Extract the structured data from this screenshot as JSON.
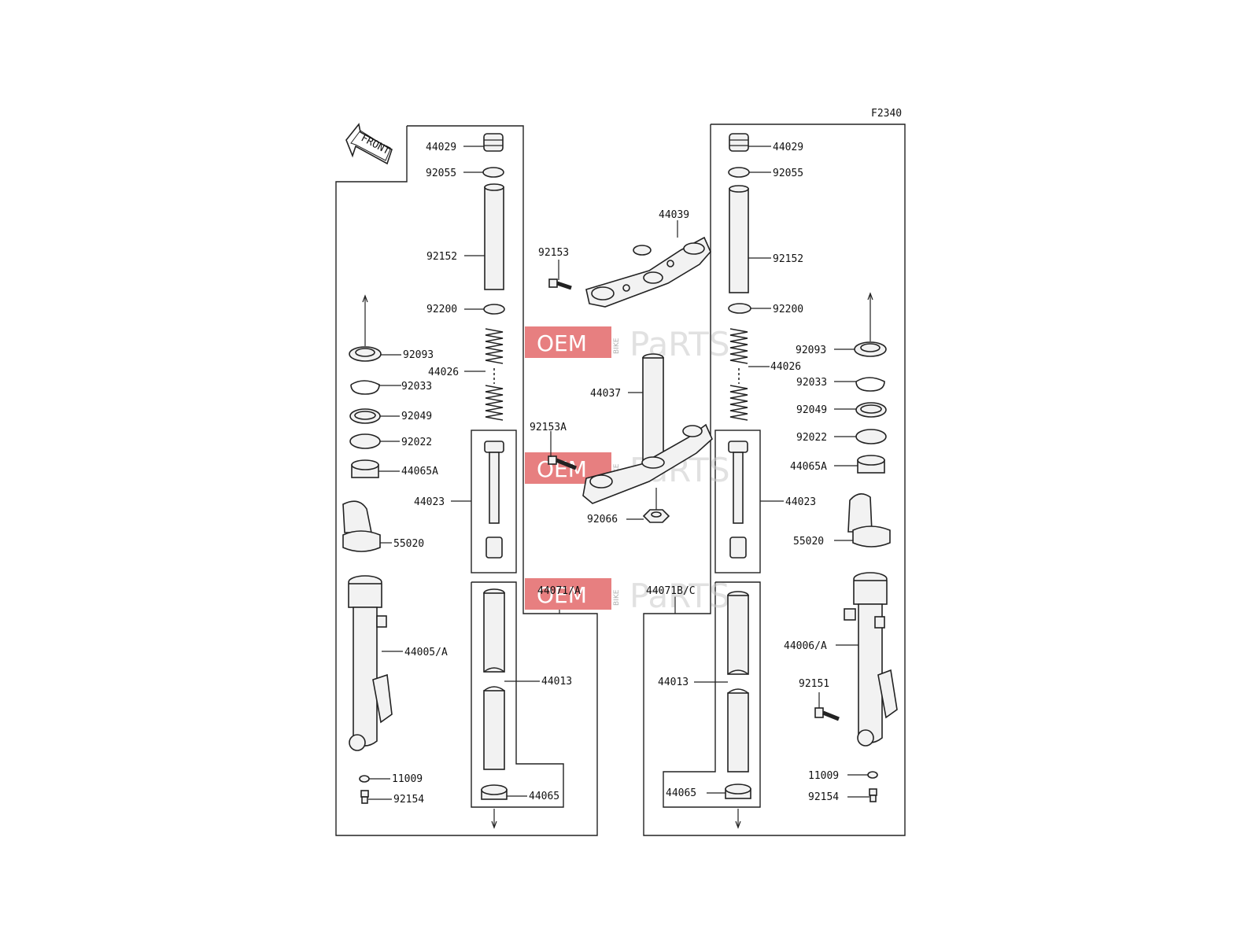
{
  "diagram": {
    "figure_code": "F2340",
    "front_label": "FRONT",
    "watermark": {
      "oem": "OEM",
      "bike": "BIKE",
      "parts": "PaRTS"
    },
    "left_column": {
      "cap": "44029",
      "o_ring": "92055",
      "spacer_pipe": "92152",
      "washer": "92200",
      "spring": "44026",
      "dust_seal": "92093",
      "circlip": "92033",
      "oil_seal": "92049",
      "washer_2": "92022",
      "bushing_a": "44065A",
      "cylinder": "44023",
      "fork_guard": "55020",
      "outer_tube": "44005/A",
      "gasket": "11009",
      "bolt": "92154",
      "assy": "44071/A",
      "inner_tube": "44013",
      "bushing": "44065"
    },
    "center": {
      "upper_bracket": "44039",
      "bolt_upper": "92153",
      "stem": "44037",
      "bolt_lower": "92153A",
      "nut": "92066"
    },
    "right_column": {
      "cap": "44029",
      "o_ring": "92055",
      "spacer_pipe": "92152",
      "washer": "92200",
      "dust_seal": "92093",
      "spring": "44026",
      "circlip": "92033",
      "oil_seal": "92049",
      "washer_2": "92022",
      "bushing_a": "44065A",
      "cylinder": "44023",
      "fork_guard": "55020",
      "assy": "44071B/C",
      "outer_tube": "44006/A",
      "inner_tube": "44013",
      "bolt_caliper": "92151",
      "gasket": "11009",
      "bushing": "44065",
      "bolt": "92154"
    }
  }
}
